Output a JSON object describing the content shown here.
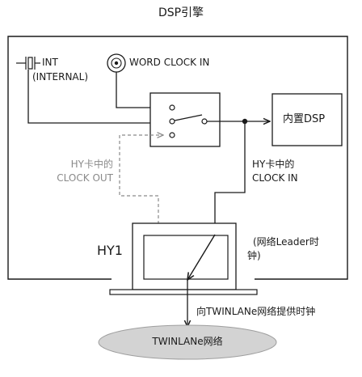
{
  "title": "DSP引擎",
  "int_label": "INT",
  "internal_label": "(INTERNAL)",
  "word_clock_label": "WORD CLOCK IN",
  "dsp_label": "内置DSP",
  "hy_clock_out_line1": "HY卡中的",
  "hy_clock_out_line2": "CLOCK OUT",
  "hy_clock_in_line1": "HY卡中的",
  "hy_clock_in_line2": "CLOCK IN",
  "hy1_label": "HY1",
  "leader_line1": "(网络Leader时",
  "leader_line2": "钟)",
  "provide_clock_label": "向TWINLANe网络提供时钟",
  "network_label": "TWINLANe网络"
}
